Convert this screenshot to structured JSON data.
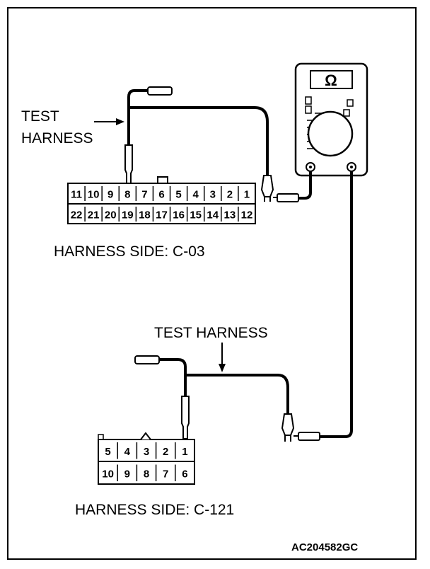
{
  "labels": {
    "test_harness_top_line1": "TEST",
    "test_harness_top_line2": "HARNESS",
    "harness_side_c03": "HARNESS SIDE: C-03",
    "test_harness_bottom": "TEST HARNESS",
    "harness_side_c121": "HARNESS SIDE: C-121",
    "figure_code": "AC204582GC",
    "meter_symbol": "Ω"
  },
  "connector_c03": {
    "top_row": [
      "11",
      "10",
      "9",
      "8",
      "7",
      "6",
      "5",
      "4",
      "3",
      "2",
      "1"
    ],
    "bottom_row": [
      "22",
      "21",
      "20",
      "19",
      "18",
      "17",
      "16",
      "15",
      "14",
      "13",
      "12"
    ]
  },
  "connector_c121": {
    "top_row": [
      "5",
      "4",
      "3",
      "2",
      "1"
    ],
    "bottom_row": [
      "10",
      "9",
      "8",
      "7",
      "6"
    ]
  }
}
